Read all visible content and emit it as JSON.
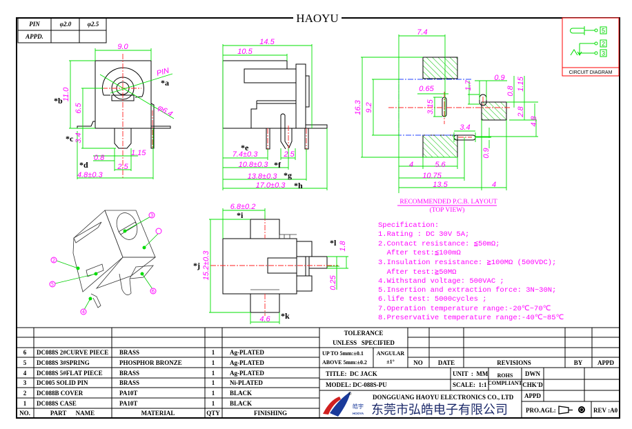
{
  "header": {
    "title": "HAOYU"
  },
  "pin_table": {
    "pin_label": "PIN",
    "sizes": [
      "φ2.0",
      "φ2.5"
    ],
    "appd_label": "APPD."
  },
  "front_view": {
    "pin_label": "PIN",
    "dims": [
      "9.0",
      "11.0",
      "6.5",
      "3.4",
      "0.8",
      "1.15",
      "2.5",
      "4.8±0.3",
      "φ6.4"
    ],
    "markers": [
      "*a",
      "*b",
      "*c",
      "*d"
    ]
  },
  "side_view": {
    "dims": [
      "14.5",
      "10.5",
      "7.4±0.3",
      "10.8±0.3",
      "13.8±0.3",
      "17.0±0.3",
      "2.5"
    ],
    "markers": [
      "*e",
      "*f",
      "*g",
      "*h"
    ]
  },
  "pcb_layout": {
    "caption": "RECOMMENDED P.C.B. LAYOUT",
    "subcaption": "(TOP VIEW)",
    "dims": [
      "7.4",
      "16.3",
      "9.2",
      "0.65",
      "3.15",
      "1.7",
      "0.9",
      "0.8",
      "1.15",
      "2.8",
      "4.8",
      "3.4",
      "0.9",
      "4",
      "5.6",
      "10.75",
      "13.5",
      "4"
    ]
  },
  "circuit_diagram": {
    "label": "CIRCUIT DIAGRAM",
    "terminals": [
      "5",
      "2",
      "3"
    ]
  },
  "isometric_view": {
    "bubbles": [
      "3",
      "",
      "2",
      "5",
      "4",
      "6"
    ]
  },
  "bottom_view": {
    "dims": [
      "6.8±0.2",
      "15.2±0.3",
      "4.6",
      "1.8",
      "0.25"
    ],
    "markers": [
      "*i",
      "*j",
      "*k",
      "*l"
    ]
  },
  "specification": {
    "title": "Specification:",
    "lines": [
      "1.Rating : DC 30V 5A;",
      "2.Contact resistance: ≦50mΩ;",
      "  After test:≦100mΩ",
      "3.Insulation resistance: ≧100MΩ (500VDC);",
      "  After test:≧50MΩ",
      "4.Withstand voltage: 500VAC ;",
      "5.Insertion and extraction force: 3N~30N;",
      "6.life test: 5000cycles ;",
      "7.Operation temperature range:-20℃~70℃",
      "8.Preservative temperature range:-40℃~85℃"
    ]
  },
  "bom": {
    "headers": [
      "NO.",
      "PART      NAME",
      "MATERIAL",
      "QTY",
      "FINISHING"
    ],
    "rows": [
      {
        "no": "6",
        "part": "DC088S 2#CURVE PIECE",
        "material": "BRASS",
        "qty": "1",
        "finishing": "Ag-PLATED"
      },
      {
        "no": "5",
        "part": "DC088S 3#SPRING",
        "material": "PHOSPHOR BRONZE",
        "qty": "1",
        "finishing": "Ag-PLATED"
      },
      {
        "no": "4",
        "part": "DC088S 5#FLAT PIECE",
        "material": "BRASS",
        "qty": "1",
        "finishing": "Ag-PLATED"
      },
      {
        "no": "3",
        "part": "DC005 SOLID PIN",
        "material": "BRASS",
        "qty": "1",
        "finishing": "Ni-PLATED"
      },
      {
        "no": "2",
        "part": "DC088B COVER",
        "material": "PA10T",
        "qty": "1",
        "finishing": "BLACK"
      },
      {
        "no": "1",
        "part": "DC088S CASE",
        "material": "PA10T",
        "qty": "1",
        "finishing": "BLACK"
      }
    ]
  },
  "tolerance": {
    "title_1": "TOLERANCE",
    "title_2": "UNLESS   SPECIFIED",
    "up_to": "UP TO 5mm:±0.1",
    "above": "ABOVE 5mm:±0.2",
    "angular_label": "ANGULAR",
    "angular_value": "±1°"
  },
  "revisions": {
    "headers": [
      "NO",
      "DATE",
      "REVISIONS",
      "BY",
      "APPD"
    ]
  },
  "title_block": {
    "title": "TITLE:  DC JACK",
    "model": "MODEL: DC-088S-PU",
    "unit": "UNIT  :  MM",
    "scale": "SCALE:  1:1",
    "rohs_1": "ROHS",
    "rohs_2": "COMPLIANT",
    "dwn": "DWN",
    "chkd": "CHK'D",
    "appd": "APPD",
    "company_en": "DONGGUANG HAOYU ELECTRONICS CO., LTD",
    "company_cn": "东莞市弘皓电子有限公司",
    "logo_cn": "皓宇",
    "logo_en": "HOOYA",
    "pro_agl": "PRO.AGL:",
    "rev": "REV :A0"
  },
  "colors": {
    "dimension_text": "#ff00ff",
    "dimension_line": "#00e000",
    "center_line": "#ff2020",
    "outline": "#000000",
    "circuit_border": "#ff0000"
  }
}
